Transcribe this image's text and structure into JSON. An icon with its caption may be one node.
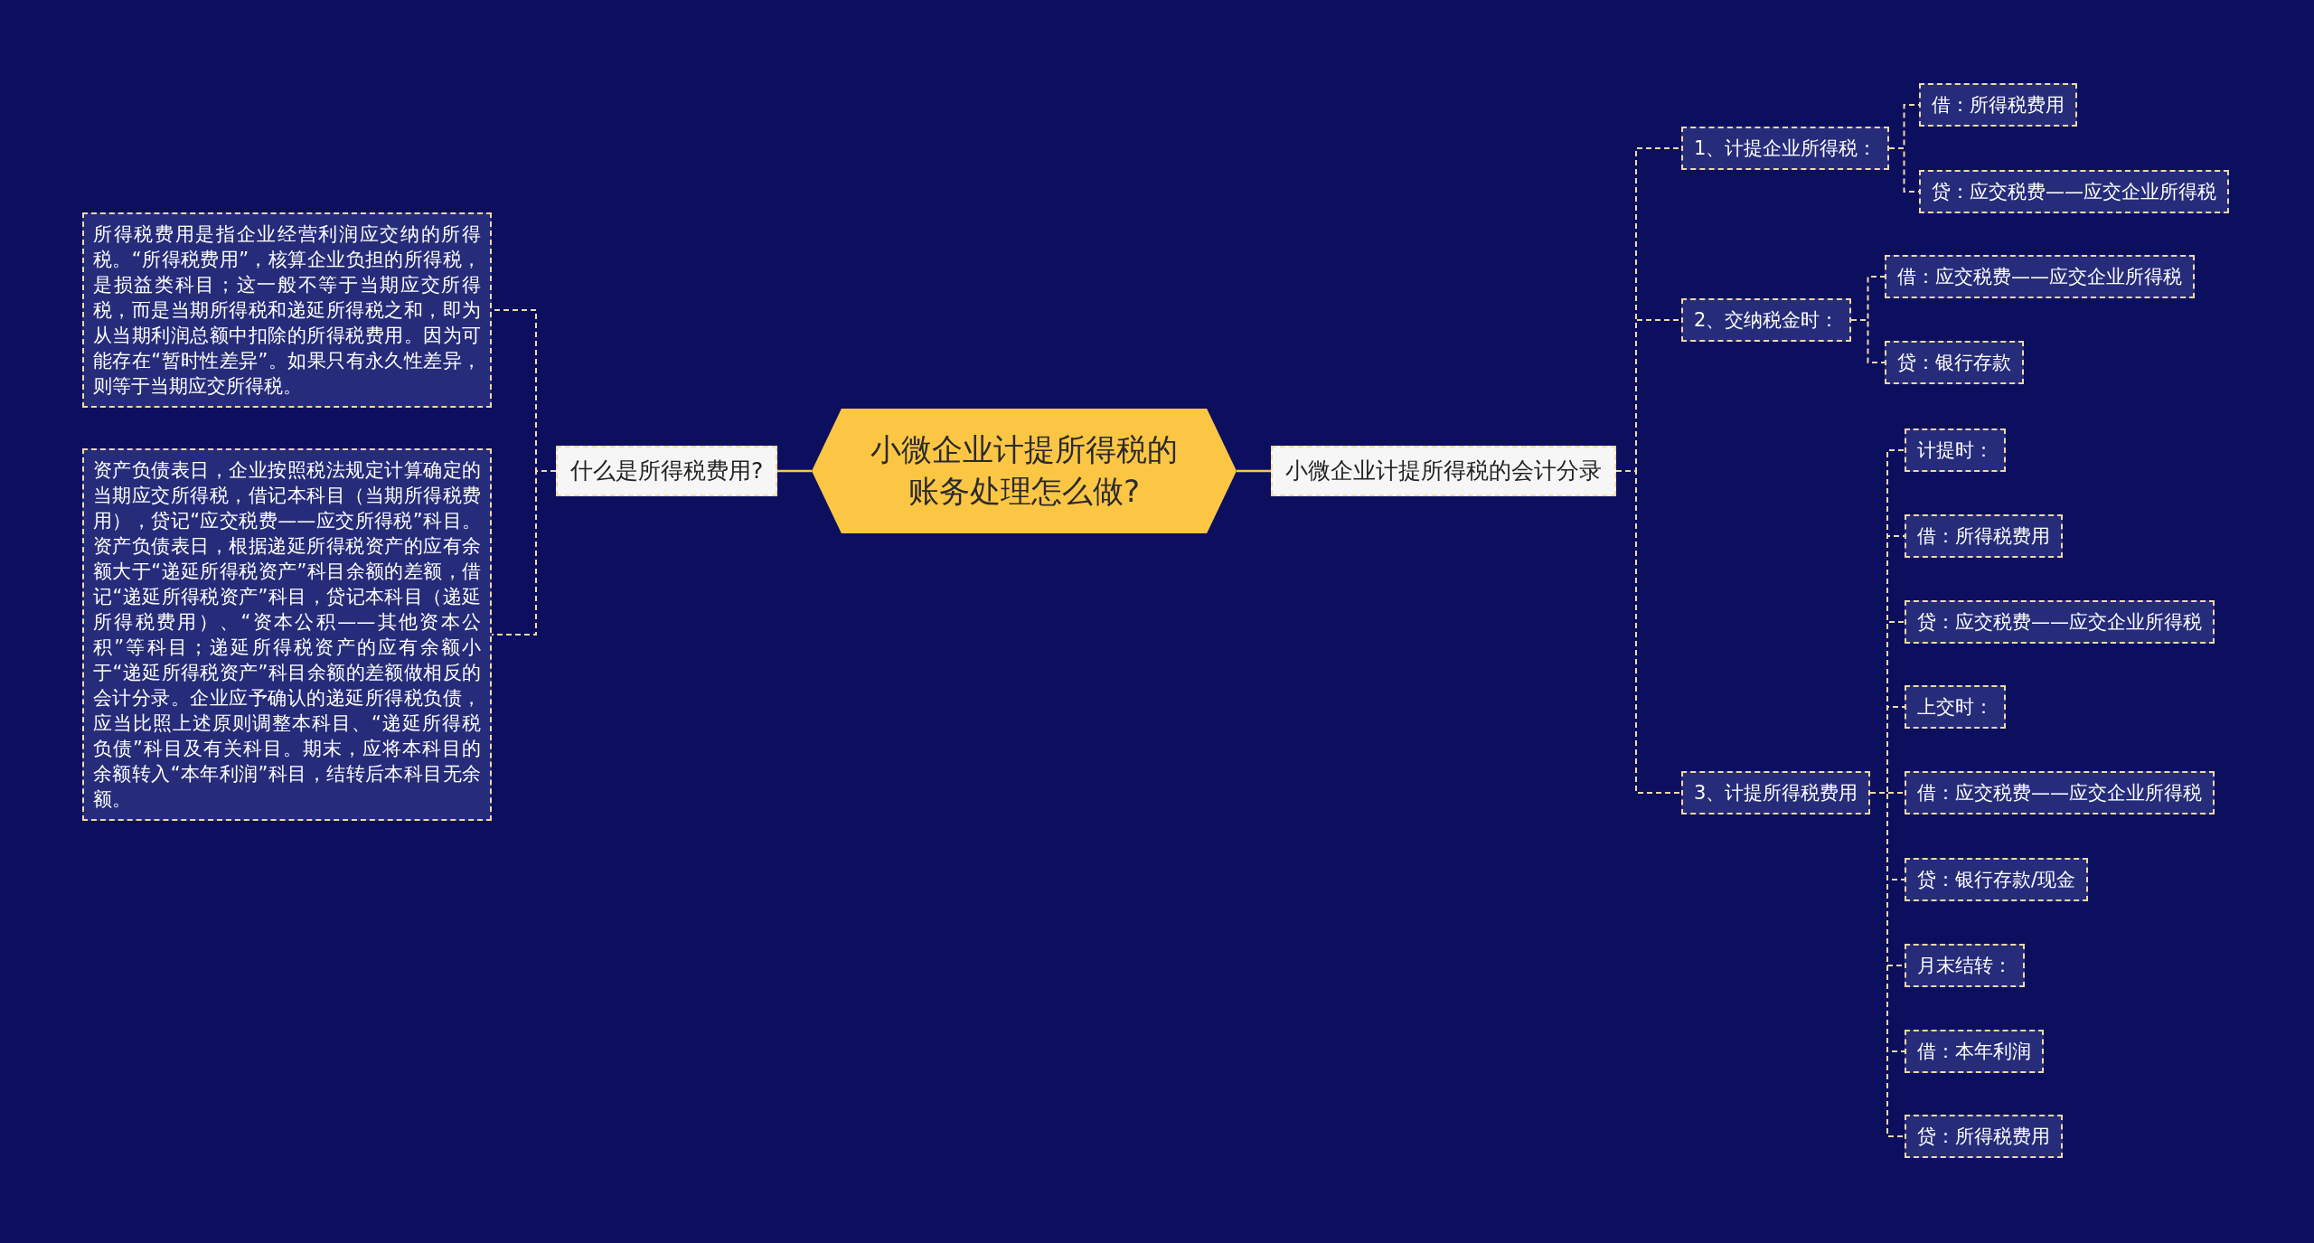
{
  "diagram": {
    "nodes": [
      {
        "text": [
          "小微企业计提所得税的账务处理怎么做?"
        ]
      },
      {
        "text": [
          "什么是所得税费用?"
        ]
      },
      {
        "text": [
          "所得税费用是指企业经营利润应交纳的所得税。“所得税费用”，核算企业负担的所得税，是损益类科目；这一般不等于当期应交所得税，而是当期所得税和递延所得税之和，即为从当期利润总额中扣除的所得税费用。因为可能存在“暂时性差异”。如果只有永久性差异，则等于当期应交所得税。"
        ]
      },
      {
        "text": [
          "资产负债表日，企业按照税法规定计算确定的当期应交所得税，借记本科目（当期所得税费用），贷记“应交税费——应交所得税”科目。资产负债表日，根据递延所得税资产的应有余额大于“递延所得税资产”科目余额的差额，借记“递延所得税资产”科目，贷记本科目（递延所得税费用）、“资本公积——其他资本公积”等科目；递延所得税资产的应有余额小于“递延所得税资产”科目余额的差额做相反的会计分录。企业应予确认的递延所得税负债，应当比照上述原则调整本科目、“递延所得税负债”科目及有关科目。期末，应将本科目的余额转入“本年利润”科目，结转后本科目无余额。"
        ]
      },
      {
        "text": [
          "小微企业计提所得税的会计分录"
        ]
      },
      {
        "text": [
          "1、计提企业所得税："
        ]
      },
      {
        "text": [
          "借：所得税费用"
        ]
      },
      {
        "text": [
          "贷：应交税费——应交企业所得税"
        ]
      },
      {
        "text": [
          "2、交纳税金时："
        ]
      },
      {
        "text": [
          "借：应交税费——应交企业所得税"
        ]
      },
      {
        "text": [
          "贷：银行存款"
        ]
      },
      {
        "text": [
          "3、计提所得税费用"
        ]
      },
      {
        "text": [
          "计提时："
        ]
      },
      {
        "text": [
          "借：所得税费用"
        ]
      },
      {
        "text": [
          "贷：应交税费——应交企业所得税"
        ]
      },
      {
        "text": [
          "上交时："
        ]
      },
      {
        "text": [
          "借：应交税费——应交企业所得税"
        ]
      },
      {
        "text": [
          "贷：银行存款/现金"
        ]
      },
      {
        "text": [
          "月末结转："
        ]
      },
      {
        "text": [
          "借：本年利润"
        ]
      },
      {
        "text": [
          "贷：所得税费用"
        ]
      }
    ],
    "edges": [
      {
        "from": 0,
        "to": 1,
        "arrow": "none",
        "color": "#fcc645"
      },
      {
        "from": 1,
        "to": 2,
        "arrow": "none",
        "style": "dashed"
      },
      {
        "from": 1,
        "to": 3,
        "arrow": "none",
        "style": "dashed"
      },
      {
        "from": 0,
        "to": 4,
        "arrow": "none",
        "color": "#fcc645"
      },
      {
        "from": 4,
        "to": 5,
        "arrow": "none",
        "style": "dashed"
      },
      {
        "from": 4,
        "to": 8,
        "arrow": "none",
        "style": "dashed"
      },
      {
        "from": 4,
        "to": 11,
        "arrow": "none",
        "style": "dashed"
      },
      {
        "from": 5,
        "to": 6,
        "arrow": "none",
        "style": "dashed"
      },
      {
        "from": 5,
        "to": 7,
        "arrow": "none",
        "style": "dashed"
      },
      {
        "from": 8,
        "to": 9,
        "arrow": "none",
        "style": "dashed"
      },
      {
        "from": 8,
        "to": 10,
        "arrow": "none",
        "style": "dashed"
      },
      {
        "from": 11,
        "to": 12,
        "arrow": "none",
        "style": "dashed"
      },
      {
        "from": 11,
        "to": 13,
        "arrow": "none",
        "style": "dashed"
      },
      {
        "from": 11,
        "to": 14,
        "arrow": "none",
        "style": "dashed"
      },
      {
        "from": 11,
        "to": 15,
        "arrow": "none",
        "style": "dashed"
      },
      {
        "from": 11,
        "to": 16,
        "arrow": "none",
        "style": "dashed"
      },
      {
        "from": 11,
        "to": 17,
        "arrow": "none",
        "style": "dashed"
      },
      {
        "from": 11,
        "to": 18,
        "arrow": "none",
        "style": "dashed"
      },
      {
        "from": 11,
        "to": 19,
        "arrow": "none",
        "style": "dashed"
      },
      {
        "from": 11,
        "to": 20,
        "arrow": "none",
        "style": "dashed"
      }
    ]
  }
}
